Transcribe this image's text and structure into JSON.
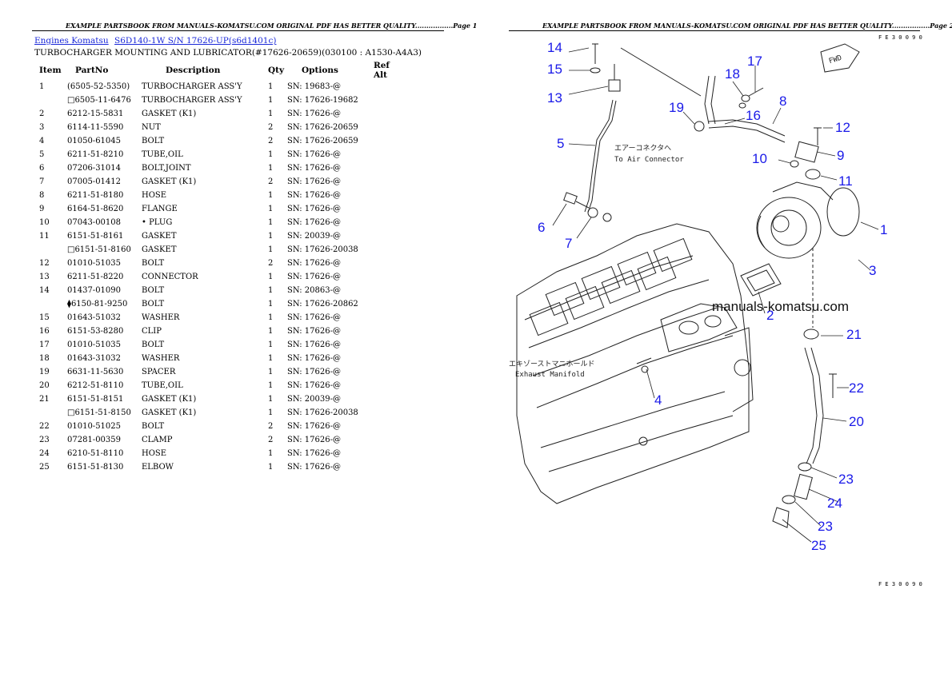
{
  "header": {
    "page1": "EXAMPLE PARTSBOOK FROM MANUALS-KOMATSU.COM ORIGINAL PDF HAS BETTER QUALITY.................Page 1",
    "page2": "EXAMPLE PARTSBOOK FROM MANUALS-KOMATSU.COM ORIGINAL PDF HAS BETTER QUALITY.................Page 2"
  },
  "breadcrumb": {
    "link1": "Engines Komatsu",
    "link2": "S6D140-1W S/N 17626-UP(s6d1401c)"
  },
  "section_title": "TURBOCHARGER MOUNTING AND LUBRICATOR(#17626-20659)(030100 : A1530-A4A3)",
  "table": {
    "headers": [
      "Item",
      "PartNo",
      "Description",
      "Qty",
      "Options",
      "Ref Alt"
    ],
    "rows": [
      [
        "1",
        "(6505-52-5350)",
        "TURBOCHARGER ASS'Y",
        "1",
        "SN: 19683-@",
        ""
      ],
      [
        "",
        "□6505-11-6476",
        "TURBOCHARGER ASS'Y",
        "1",
        "SN: 17626-19682",
        ""
      ],
      [
        "2",
        "6212-15-5831",
        "GASKET (K1)",
        "1",
        "SN: 17626-@",
        ""
      ],
      [
        "3",
        "6114-11-5590",
        "NUT",
        "2",
        "SN: 17626-20659",
        ""
      ],
      [
        "4",
        "01050-61045",
        "BOLT",
        "2",
        "SN: 17626-20659",
        ""
      ],
      [
        "5",
        "6211-51-8210",
        "TUBE,OIL",
        "1",
        "SN: 17626-@",
        ""
      ],
      [
        "6",
        "07206-31014",
        "BOLT,JOINT",
        "1",
        "SN: 17626-@",
        ""
      ],
      [
        "7",
        "07005-01412",
        "GASKET (K1)",
        "2",
        "SN: 17626-@",
        ""
      ],
      [
        "8",
        "6211-51-8180",
        "HOSE",
        "1",
        "SN: 17626-@",
        ""
      ],
      [
        "9",
        "6164-51-8620",
        "FLANGE",
        "1",
        "SN: 17626-@",
        ""
      ],
      [
        "10",
        "07043-00108",
        "• PLUG",
        "1",
        "SN: 17626-@",
        ""
      ],
      [
        "11",
        "6151-51-8161",
        "GASKET",
        "1",
        "SN: 20039-@",
        ""
      ],
      [
        "",
        "□6151-51-8160",
        "GASKET",
        "1",
        "SN: 17626-20038",
        ""
      ],
      [
        "12",
        "01010-51035",
        "BOLT",
        "2",
        "SN: 17626-@",
        ""
      ],
      [
        "13",
        "6211-51-8220",
        "CONNECTOR",
        "1",
        "SN: 17626-@",
        ""
      ],
      [
        "14",
        "01437-01090",
        "BOLT",
        "1",
        "SN: 20863-@",
        ""
      ],
      [
        "",
        "⧫6150-81-9250",
        "BOLT",
        "1",
        "SN: 17626-20862",
        ""
      ],
      [
        "15",
        "01643-51032",
        "WASHER",
        "1",
        "SN: 17626-@",
        ""
      ],
      [
        "16",
        "6151-53-8280",
        "CLIP",
        "1",
        "SN: 17626-@",
        ""
      ],
      [
        "17",
        "01010-51035",
        "BOLT",
        "1",
        "SN: 17626-@",
        ""
      ],
      [
        "18",
        "01643-31032",
        "WASHER",
        "1",
        "SN: 17626-@",
        ""
      ],
      [
        "19",
        "6631-11-5630",
        "SPACER",
        "1",
        "SN: 17626-@",
        ""
      ],
      [
        "20",
        "6212-51-8110",
        "TUBE,OIL",
        "1",
        "SN: 17626-@",
        ""
      ],
      [
        "21",
        "6151-51-8151",
        "GASKET (K1)",
        "1",
        "SN: 20039-@",
        ""
      ],
      [
        "",
        "□6151-51-8150",
        "GASKET (K1)",
        "1",
        "SN: 17626-20038",
        ""
      ],
      [
        "22",
        "01010-51025",
        "BOLT",
        "2",
        "SN: 17626-@",
        ""
      ],
      [
        "23",
        "07281-00359",
        "CLAMP",
        "2",
        "SN: 17626-@",
        ""
      ],
      [
        "24",
        "6210-51-8110",
        "HOSE",
        "1",
        "SN: 17626-@",
        ""
      ],
      [
        "25",
        "6151-51-8130",
        "ELBOW",
        "1",
        "SN: 17626-@",
        ""
      ]
    ]
  },
  "diagram": {
    "callouts": [
      "14",
      "15",
      "13",
      "5",
      "6",
      "7",
      "17",
      "18",
      "19",
      "16",
      "8",
      "12",
      "9",
      "10",
      "11",
      "1",
      "3",
      "2",
      "21",
      "22",
      "20",
      "23",
      "24",
      "23",
      "25",
      "4"
    ],
    "jp_label": "エアーコネクタへ",
    "en_label": "To Air Connector",
    "jp_label2": "エキゾーストマニホールド",
    "en_label2": "Exhaust Manifold",
    "watermark": "manuals-komatsu.com",
    "fwd": "FWD",
    "code_top": "F E 3 0 0 9 0",
    "code_bottom": "F E 3 0 0 9 0",
    "callout_color": "#1a1ae8"
  }
}
